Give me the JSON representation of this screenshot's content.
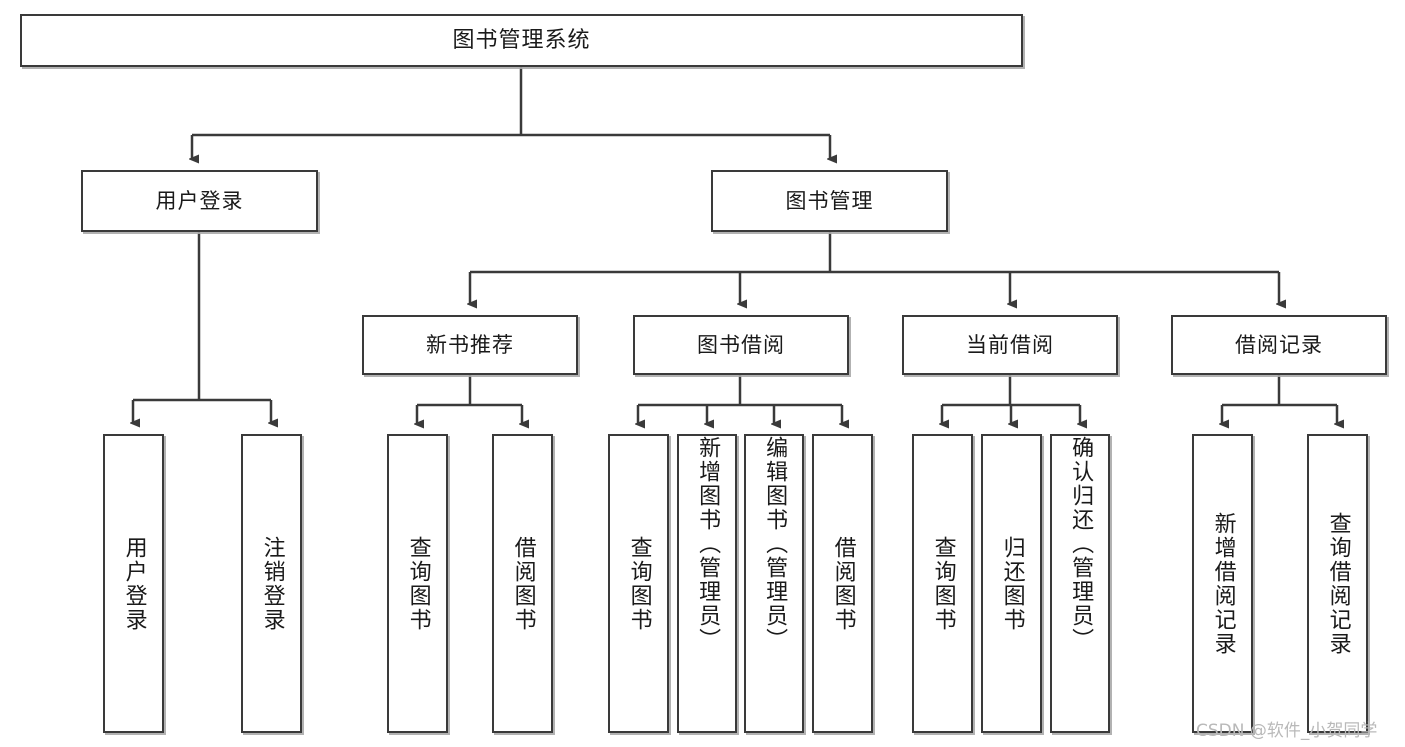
{
  "diagram": {
    "title": "图书管理系统",
    "type": "tree-hierarchy",
    "watermark": "CSDN @软件_小贺同学",
    "edge_color": "#3a3a3a",
    "box_border_color": "#3a3a3a",
    "box_fill_color": "#ffffff",
    "text_color": "#1a1a1a",
    "nodes": {
      "root": {
        "label": "图书管理系统"
      },
      "level2": [
        {
          "label": "用户登录"
        },
        {
          "label": "图书管理"
        }
      ],
      "level3": [
        {
          "label": "新书推荐"
        },
        {
          "label": "图书借阅"
        },
        {
          "label": "当前借阅"
        },
        {
          "label": "借阅记录"
        }
      ],
      "leaves": {
        "user_login": [
          {
            "label": "用户登录"
          },
          {
            "label": "注销登录"
          }
        ],
        "new_book_recommend": [
          {
            "label": "查询图书"
          },
          {
            "label": "借阅图书"
          }
        ],
        "book_borrow": [
          {
            "label": "查询图书"
          },
          {
            "label": "新增图书（管理员）"
          },
          {
            "label": "编辑图书（管理员）"
          },
          {
            "label": "借阅图书"
          }
        ],
        "current_borrow": [
          {
            "label": "查询图书"
          },
          {
            "label": "归还图书"
          },
          {
            "label": "确认归还（管理员）"
          }
        ],
        "borrow_record": [
          {
            "label": "新增借阅记录"
          },
          {
            "label": "查询借阅记录"
          }
        ]
      }
    }
  }
}
